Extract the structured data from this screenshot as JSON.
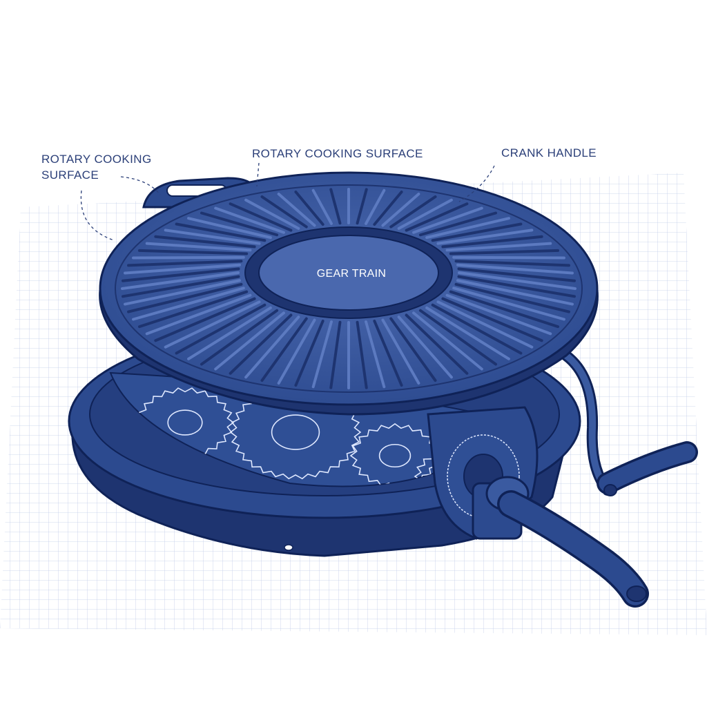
{
  "labels": {
    "left_line1": "ROTARY COOKING",
    "left_line2": "SURFACE",
    "top": "ROTARY COOKING SURFACE",
    "right": "CRANK HANDLE",
    "center": "GEAR TRAIN"
  },
  "colors": {
    "body": "#2c4a8f",
    "body_dark": "#1e3470",
    "body_light": "#4a68ae",
    "outline": "#0f2257",
    "gear_line": "#dfe8ff",
    "grid": "#b9c6e6",
    "text": "#2b3f78"
  }
}
